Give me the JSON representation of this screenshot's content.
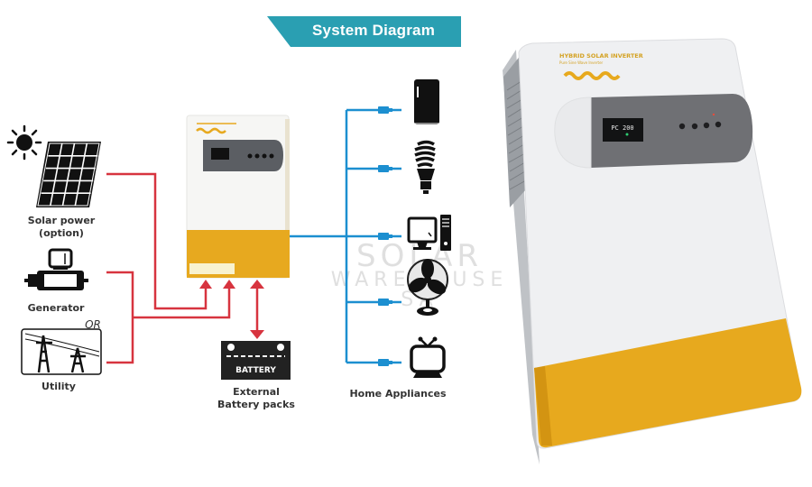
{
  "header": {
    "title": "System Diagram",
    "banner_color": "#2a9fb2"
  },
  "sources": [
    {
      "name": "solar",
      "label_line1": "Solar power",
      "label_line2": "(option)"
    },
    {
      "name": "generator",
      "label_line1": "Generator",
      "label_line2": ""
    },
    {
      "name": "utility",
      "label_line1": "Utility",
      "label_line2": ""
    }
  ],
  "or_label": "OR",
  "battery": {
    "icon_text": "BATTERY",
    "label_line1": "External",
    "label_line2": "Battery packs"
  },
  "appliances": {
    "label": "Home Appliances",
    "items": [
      "refrigerator",
      "light-bulb",
      "computer",
      "fan",
      "television"
    ]
  },
  "product": {
    "brand_text": "HYBRID SOLAR INVERTER",
    "sub_text": "Pure Sine Wave Inverter",
    "display_text": "PC 200",
    "body_color": "#f1f2f3",
    "accent_color": "#e8a91c"
  },
  "watermark": {
    "line1": "SOLAR",
    "line2": "WAREHOUSE SA"
  },
  "colors": {
    "input_line": "#d7343f",
    "output_line": "#1c8fd0"
  }
}
